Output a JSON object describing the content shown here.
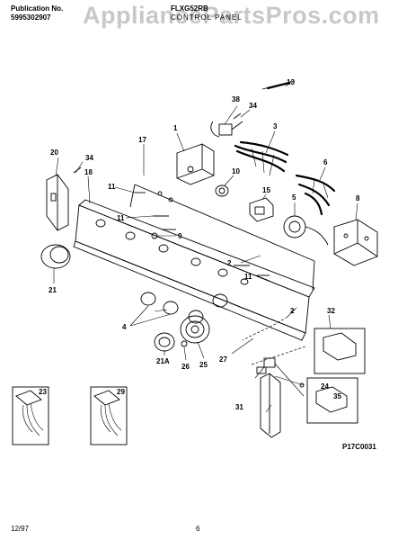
{
  "header": {
    "publication_label": "Publication No.",
    "publication_number": "5995302907",
    "model": "FLXG52RB",
    "section_title": "CONTROL PANEL"
  },
  "watermark": "AppliancePartsPros.com",
  "diagram_code": "P17C0031",
  "footer": {
    "date": "12/97",
    "page": "6"
  },
  "callouts": {
    "c1": "1",
    "c2a": "2",
    "c2b": "2",
    "c3": "3",
    "c4": "4",
    "c5": "5",
    "c6": "6",
    "c8": "8",
    "c9": "9",
    "c10": "10",
    "c11a": "11",
    "c11b": "11",
    "c11c": "11",
    "c13": "13",
    "c15": "15",
    "c17": "17",
    "c18": "18",
    "c20": "20",
    "c21": "21",
    "c21a": "21A",
    "c23": "23",
    "c24": "24",
    "c25": "25",
    "c26": "26",
    "c27": "27",
    "c29": "29",
    "c31": "31",
    "c32": "32",
    "c34a": "34",
    "c34b": "34",
    "c35": "35",
    "c38": "38"
  }
}
